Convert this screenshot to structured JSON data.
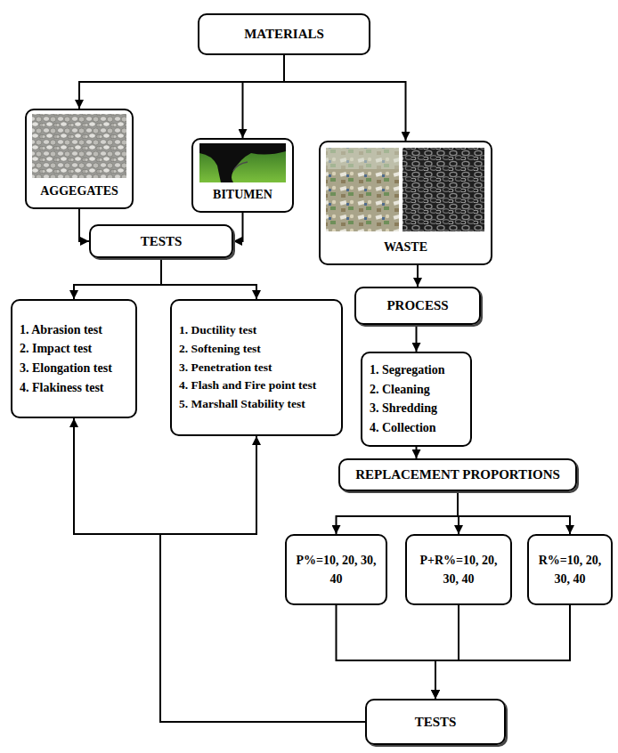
{
  "diagram": {
    "nodes": [
      {
        "text": [
          "MATERIALS"
        ]
      },
      {
        "text": [
          "AGGEGATES"
        ]
      },
      {
        "text": [
          "BITUMEN"
        ]
      },
      {
        "text": [
          "WASTE"
        ]
      },
      {
        "text": [
          "TESTS"
        ]
      },
      {
        "text": [
          "1. Abrasion test",
          "2. Impact test",
          "3. Elongation test",
          "4. Flakiness test"
        ]
      },
      {
        "text": [
          "1. Ductility test",
          "2. Softening test",
          "3. Penetration test",
          "4. Flash and Fire point test",
          "5. Marshall Stability test"
        ]
      },
      {
        "text": [
          "PROCESS"
        ]
      },
      {
        "text": [
          "1. Segregation",
          "2. Cleaning",
          "3. Shredding",
          "4. Collection"
        ]
      },
      {
        "text": [
          "REPLACEMENT PROPORTIONS"
        ]
      },
      {
        "text": [
          "P%=10, 20, 30, 40"
        ]
      },
      {
        "text": [
          "P+R%=10, 20, 30, 40"
        ]
      },
      {
        "text": [
          "R%=10, 20, 30, 40"
        ]
      },
      {
        "text": [
          "TESTS"
        ]
      }
    ],
    "edges": [
      {
        "from": 0,
        "to": 1,
        "arrow": "to"
      },
      {
        "from": 0,
        "to": 2,
        "arrow": "to"
      },
      {
        "from": 0,
        "to": 3,
        "arrow": "to"
      },
      {
        "from": 1,
        "to": 4,
        "arrow": "to"
      },
      {
        "from": 2,
        "to": 4,
        "arrow": "to"
      },
      {
        "from": 4,
        "to": 5,
        "arrow": "to"
      },
      {
        "from": 4,
        "to": 6,
        "arrow": "to"
      },
      {
        "from": 3,
        "to": 7,
        "arrow": "to"
      },
      {
        "from": 7,
        "to": 8,
        "arrow": "to"
      },
      {
        "from": 8,
        "to": 9,
        "arrow": "to"
      },
      {
        "from": 9,
        "to": 10,
        "arrow": "to"
      },
      {
        "from": 9,
        "to": 11,
        "arrow": "to"
      },
      {
        "from": 9,
        "to": 12,
        "arrow": "to"
      },
      {
        "from": 10,
        "to": 13,
        "arrow": "to"
      },
      {
        "from": 11,
        "to": 13,
        "arrow": "to"
      },
      {
        "from": 12,
        "to": 13,
        "arrow": "to"
      },
      {
        "from": 13,
        "to": 5,
        "arrow": "to"
      },
      {
        "from": 13,
        "to": 6,
        "arrow": "to"
      }
    ]
  }
}
